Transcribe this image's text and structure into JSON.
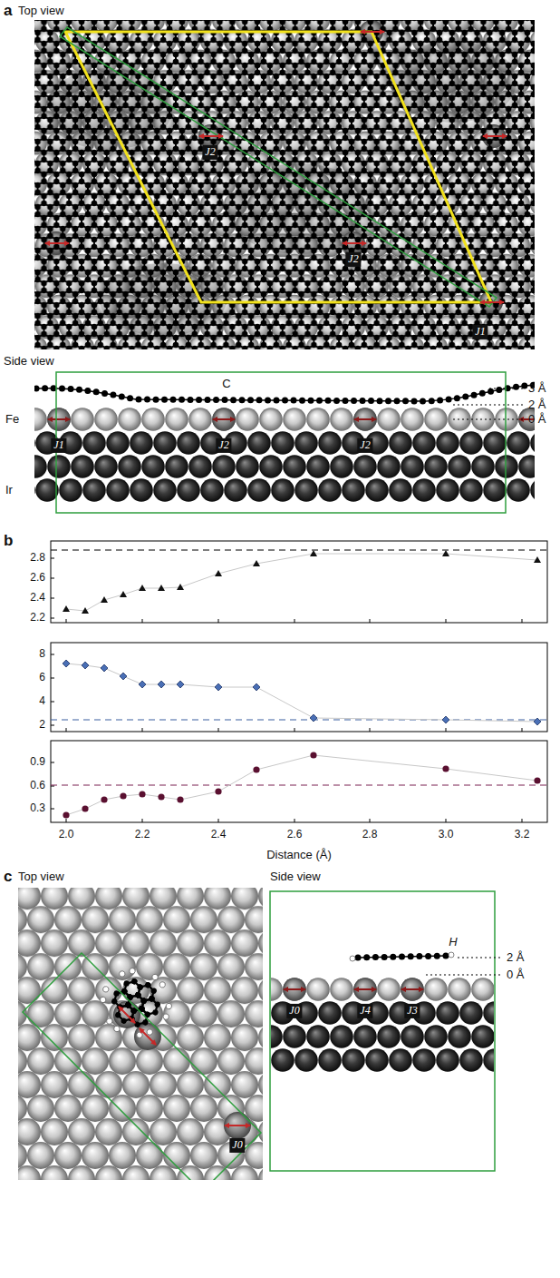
{
  "diagram": {
    "nodes": [
      {
        "text": [
          "J2"
        ]
      },
      {
        "text": [
          "J2"
        ]
      },
      {
        "text": [
          "J1"
        ]
      },
      {
        "text": [
          "J1"
        ]
      },
      {
        "text": [
          "J2"
        ]
      },
      {
        "text": [
          "J2"
        ]
      },
      {
        "text": [
          "J0"
        ]
      },
      {
        "text": [
          "J0"
        ]
      },
      {
        "text": [
          "J4"
        ]
      },
      {
        "text": [
          "J3"
        ]
      }
    ],
    "labels": [
      "a",
      "Top view",
      "Side view",
      "C",
      "3 Å",
      "2 Å",
      "0 Å",
      "Fe",
      "Ir",
      "b",
      "2.8",
      "2.6",
      "2.4",
      "2.2",
      "8",
      "6",
      "4",
      "2",
      "0.9",
      "0.6",
      "0.3",
      "2.0",
      "2.2",
      "2.4",
      "2.6",
      "2.8",
      "3.0",
      "3.2",
      "Distance (Å)",
      "c",
      "Top view",
      "Side view",
      "H",
      "2 Å",
      "0 Å"
    ]
  }
}
